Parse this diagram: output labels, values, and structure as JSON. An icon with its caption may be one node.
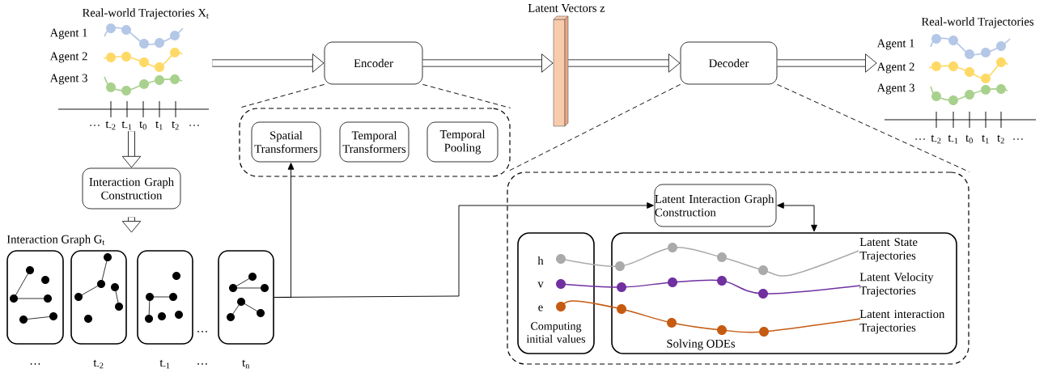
{
  "diagram": {
    "nodes": [
      {
        "text": [
          "Real-world Trajectories X$_{t}$",
          "Agent 1",
          "Agent 2",
          "Agent 3"
        ],
        "beside": [
          "…",
          "t$_{-2}$",
          "t$_{-1}$",
          "t$_{0}$",
          "t$_{1}$",
          "t$_{2}$",
          "…"
        ]
      },
      {
        "text": [
          "Encoder"
        ]
      },
      {
        "text": [],
        "shape": "box"
      },
      {
        "text": [
          "Spatial Transformers"
        ],
        "in": 2
      },
      {
        "text": [
          "Temporal Transformers"
        ],
        "in": 2
      },
      {
        "text": [
          "Temporal Pooling"
        ],
        "in": 2
      },
      {
        "text": [
          "Latent Vectors z"
        ]
      },
      {
        "text": [
          "Decoder"
        ]
      },
      {
        "text": [
          "Real-world Trajectories",
          "Agent 1",
          "Agent 2",
          "Agent 3"
        ],
        "beside": [
          "…",
          "t$_{-2}$",
          "t$_{-1}$",
          "t$_{0}$",
          "t$_{1}$",
          "t$_{2}$",
          "…"
        ]
      },
      {
        "text": [
          "Interaction Graph Construction"
        ]
      },
      {
        "text": [
          "Interaction Graph G$_{t}$"
        ]
      },
      {
        "text": [],
        "shape": "box",
        "beside": [
          "…"
        ]
      },
      {
        "text": [],
        "shape": "box",
        "beside": [
          "t$_{-2}$"
        ]
      },
      {
        "text": [],
        "shape": "box",
        "beside": [
          "t$_{-1}$"
        ]
      },
      {
        "text": [],
        "shape": "box",
        "beside": [
          "t$_{n}$"
        ]
      },
      {
        "text": [],
        "shape": "box"
      },
      {
        "text": [
          "Latent Interaction Graph Construction"
        ],
        "in": 15
      },
      {
        "text": [
          "h",
          "v",
          "e",
          "Computing initial values"
        ],
        "in": 15
      },
      {
        "text": [
          "Latent State Trajectories",
          "Latent Velocity Trajectories",
          "Latent interaction Trajectories",
          "Solving ODEs"
        ],
        "in": 15
      }
    ],
    "edges": [
      {
        "from": 0,
        "to": 1,
        "arrow": "to",
        "style": "thick"
      },
      {
        "from": 1,
        "to": 6,
        "arrow": "to",
        "style": "thick"
      },
      {
        "from": 6,
        "to": 7,
        "arrow": "to",
        "style": "thick"
      },
      {
        "from": 7,
        "to": 8,
        "arrow": "to",
        "style": "thick"
      },
      {
        "from": 0,
        "to": 9,
        "arrow": "to",
        "style": "thick"
      },
      {
        "from": 9,
        "to": 10,
        "arrow": "to",
        "style": "thick"
      },
      {
        "from": 1,
        "to": 2,
        "arrow": "none",
        "style": "dashed"
      },
      {
        "from": 1,
        "to": 2,
        "arrow": "none",
        "style": "dashed"
      },
      {
        "from": 14,
        "to": 3,
        "arrow": "to"
      },
      {
        "from": 14,
        "to": 16,
        "arrow": "to"
      },
      {
        "from": 7,
        "to": 15,
        "arrow": "none",
        "style": "dashed"
      },
      {
        "from": 7,
        "to": 15,
        "arrow": "none",
        "style": "dashed"
      },
      {
        "from": 16,
        "to": 18,
        "arrow": "both"
      }
    ],
    "labels": [
      "…",
      "…"
    ]
  }
}
